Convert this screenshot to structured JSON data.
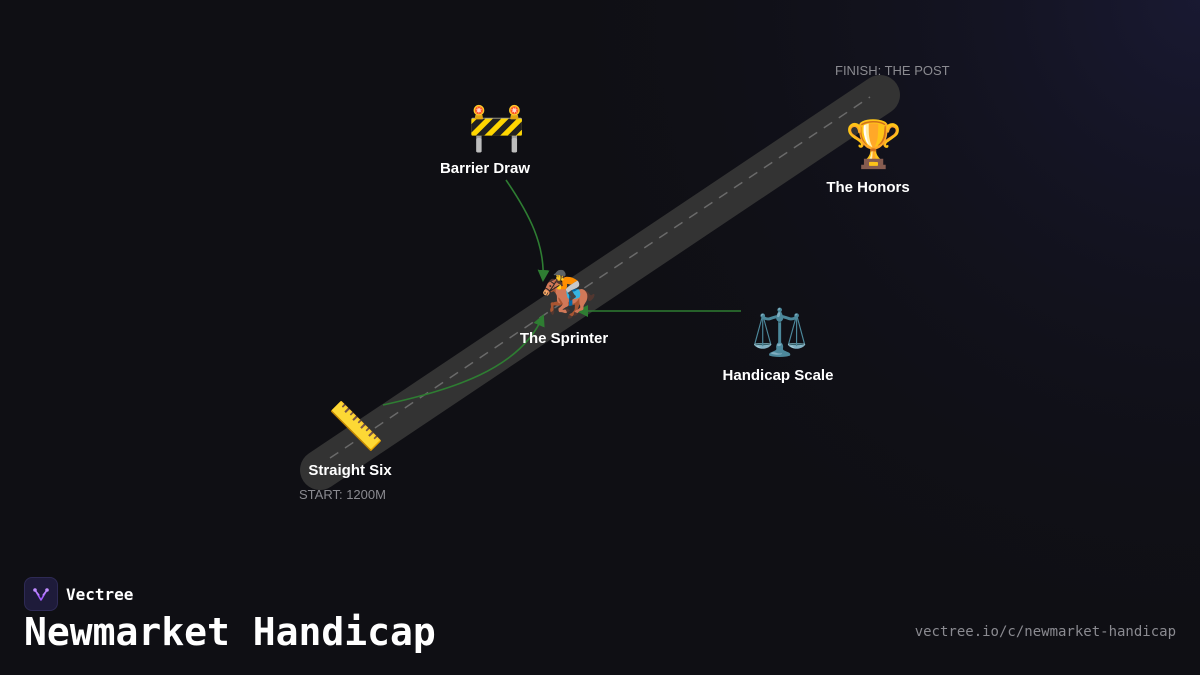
{
  "diagram": {
    "track": {
      "start_caption": "START: 1200M",
      "finish_caption": "FINISH: THE POST"
    },
    "nodes": [
      {
        "id": "barrier",
        "label": "Barrier Draw",
        "icon": "construction-barrier-icon",
        "glyph": "🚧"
      },
      {
        "id": "honors",
        "label": "The Honors",
        "icon": "trophy-icon",
        "glyph": "🏆"
      },
      {
        "id": "sprinter",
        "label": "The Sprinter",
        "icon": "horse-racing-icon",
        "glyph": "🏇"
      },
      {
        "id": "scale",
        "label": "Handicap Scale",
        "icon": "balance-scale-icon",
        "glyph": "⚖️"
      },
      {
        "id": "straight",
        "label": "Straight Six",
        "icon": "ruler-icon",
        "glyph": "📏"
      }
    ],
    "edges": [
      {
        "from": "barrier",
        "to": "sprinter"
      },
      {
        "from": "scale",
        "to": "sprinter"
      },
      {
        "from": "straight",
        "to": "sprinter"
      }
    ],
    "colors": {
      "background": "#0f0f14",
      "track": "#333333",
      "track_dash": "#6a6a6a",
      "edge": "#2e7d32"
    }
  },
  "brand": {
    "name": "Vectree",
    "logo_icon": "vectree-logo-icon",
    "logo_color": "#a35cff"
  },
  "title": "Newmarket Handicap",
  "url": "vectree.io/c/newmarket-handicap"
}
